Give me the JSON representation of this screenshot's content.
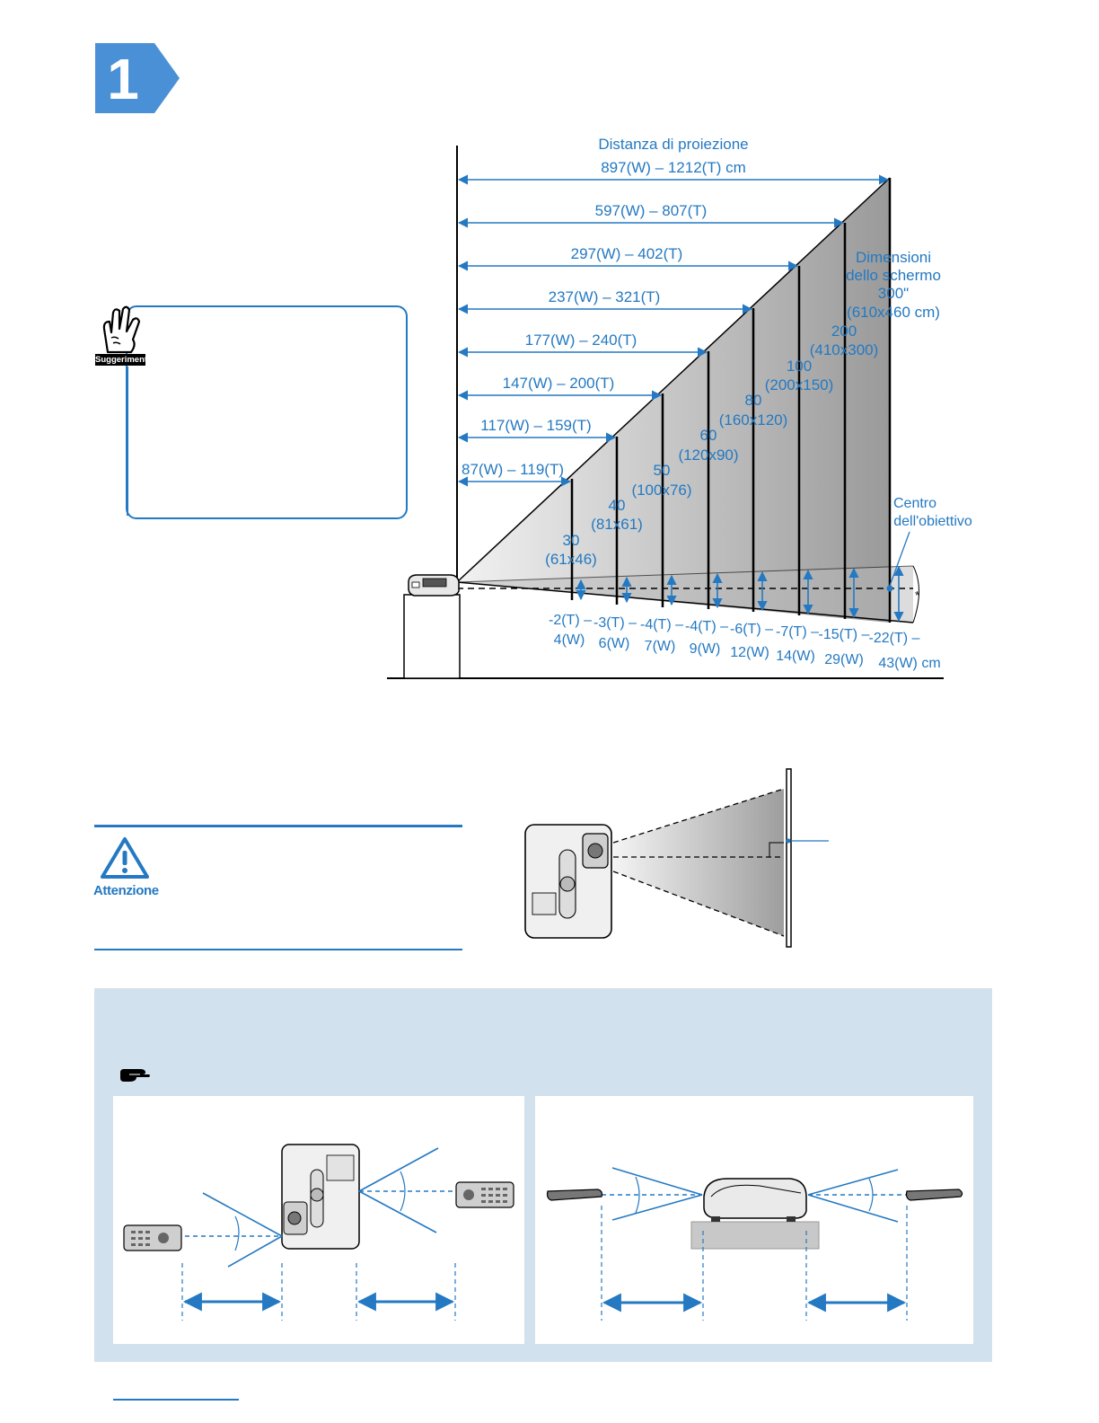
{
  "step": {
    "number": "1"
  },
  "tip": {
    "label": "Suggerimento"
  },
  "caution": {
    "label": "Attenzione"
  },
  "distance_diagram": {
    "title": "Distanza di proiezione",
    "distances": [
      "897(W) – 1212(T) cm",
      "597(W) – 807(T)",
      "297(W) – 402(T)",
      "237(W) – 321(T)",
      "177(W) – 240(T)",
      "147(W) – 200(T)",
      "117(W) – 159(T)",
      "87(W) – 119(T)"
    ],
    "screen_size_title": [
      "Dimensioni",
      "dello schermo",
      "300\"",
      "(610x460 cm)"
    ],
    "screen_sizes": [
      {
        "inch": "30",
        "dims": "(61x46)"
      },
      {
        "inch": "40",
        "dims": "(81x61)"
      },
      {
        "inch": "50",
        "dims": "(100x76)"
      },
      {
        "inch": "60",
        "dims": "(120x90)"
      },
      {
        "inch": "80",
        "dims": "(160x120)"
      },
      {
        "inch": "100",
        "dims": "(200x150)"
      },
      {
        "inch": "200",
        "dims": "(410x300)"
      }
    ],
    "lens_center_label": [
      "Centro",
      "dell'obiettivo"
    ],
    "offsets": [
      {
        "t": "-2(T) –",
        "w": "4(W)"
      },
      {
        "t": "-3(T) –",
        "w": "6(W)"
      },
      {
        "t": "-4(T) –",
        "w": "7(W)"
      },
      {
        "t": "-4(T) –",
        "w": "9(W)"
      },
      {
        "t": "-6(T) –",
        "w": "12(W)"
      },
      {
        "t": "-7(T) –",
        "w": "14(W)"
      },
      {
        "t": "-15(T) –",
        "w": "29(W)"
      },
      {
        "t": "-22(T) –",
        "w": "43(W) cm"
      }
    ],
    "asterisk": "*"
  },
  "remote": {
    "pointer_icon": "pointing-hand-icon"
  }
}
